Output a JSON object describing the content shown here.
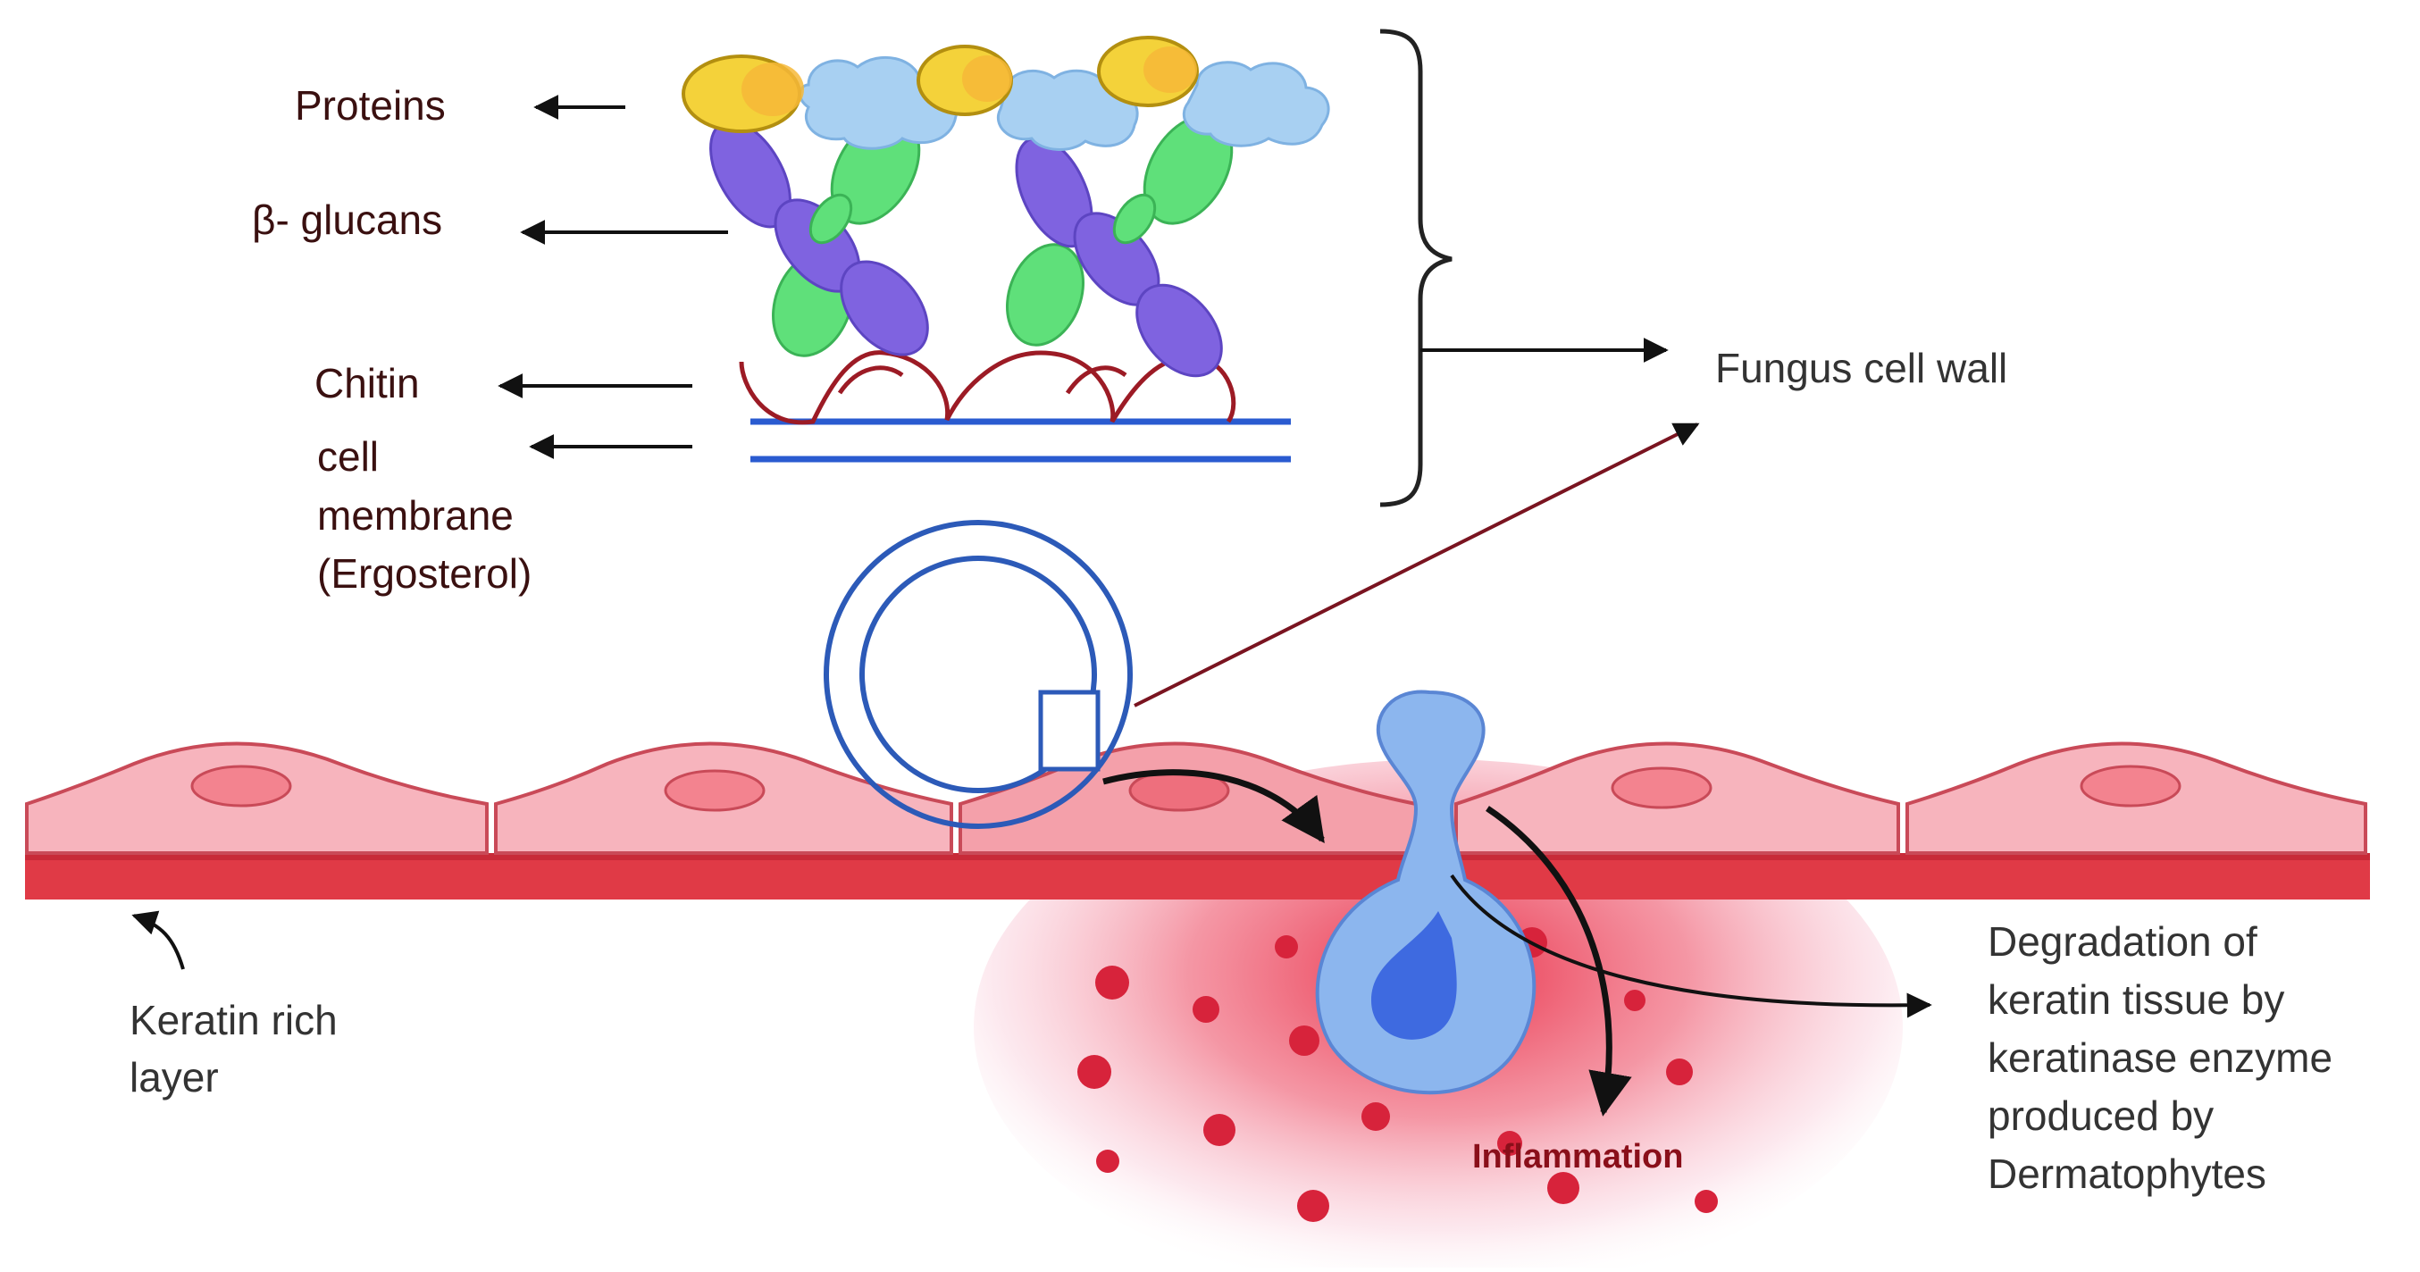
{
  "labels": {
    "proteins": "Proteins",
    "beta_glucans": "β- glucans",
    "chitin": "Chitin",
    "cell_membrane_lines": [
      "cell",
      "membrane",
      "(Ergosterol)"
    ],
    "fungus_cell_wall": "Fungus cell wall",
    "keratin_layer_lines": [
      "Keratin rich",
      "layer"
    ],
    "degradation_lines": [
      "Degradation of",
      "keratin tissue by",
      "keratinase enzyme",
      "produced by",
      "Dermatophytes"
    ],
    "inflammation": "Inflammation"
  },
  "colors": {
    "protein_yellow": "#f4d23a",
    "protein_blue": "#a8d0f2",
    "glucan_purple": "#7f63e0",
    "glucan_green": "#5fe07a",
    "chitin_red": "#9c1b25",
    "membrane_blue": "#2a5bd0",
    "spore_blue": "#2c5ab8",
    "cell_pink": "#f7b4bd",
    "keratin_red": "#e03a46",
    "inflammation_red": "#d8243a"
  }
}
